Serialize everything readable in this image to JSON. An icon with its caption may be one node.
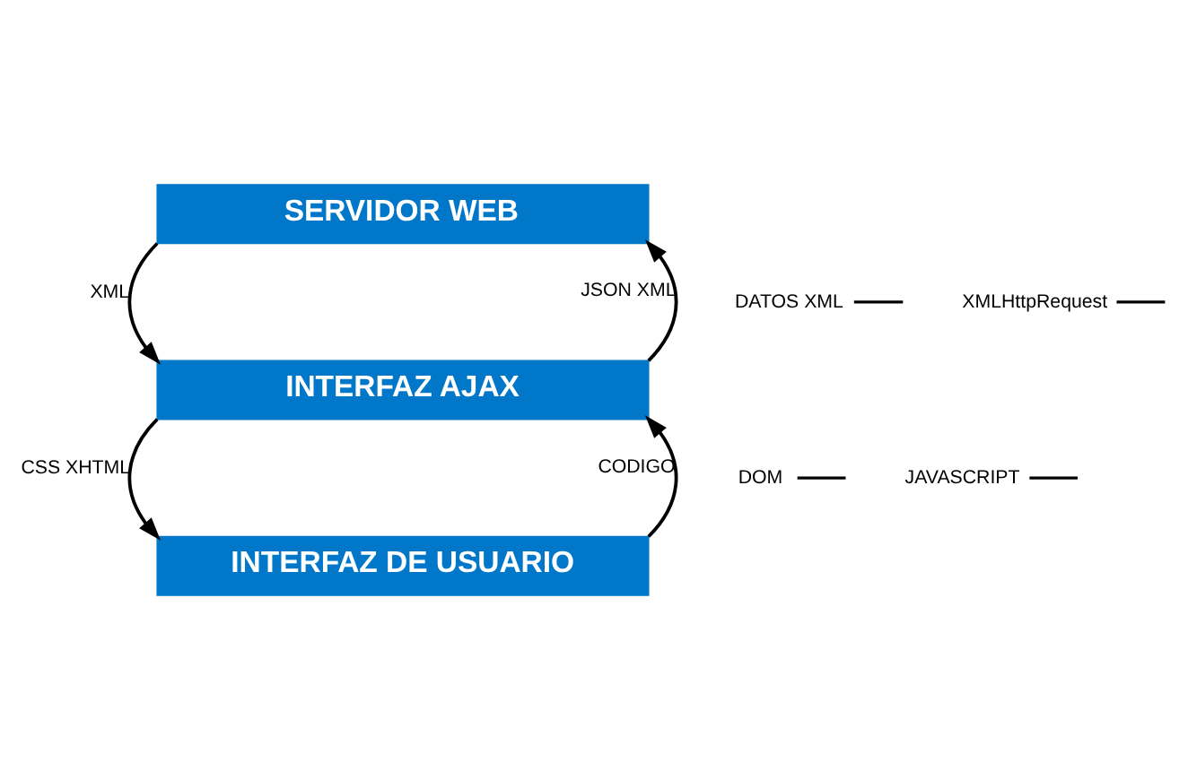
{
  "diagram": {
    "nodes": [
      {
        "text": [
          "SERVIDOR WEB"
        ]
      },
      {
        "text": [
          "INTERFAZ AJAX"
        ]
      },
      {
        "text": [
          "INTERFAZ DE USUARIO"
        ]
      },
      {
        "text": [
          "DATOS XML"
        ]
      },
      {
        "text": [
          "XMLHttpRequest"
        ]
      },
      {
        "text": [
          "DOM"
        ]
      },
      {
        "text": [
          "JAVASCRIPT"
        ]
      }
    ],
    "edges": [
      {
        "from": 0,
        "to": 1,
        "arrow": "to",
        "label": "XML"
      },
      {
        "from": 1,
        "to": 0,
        "arrow": "to",
        "label": "JSON XML"
      },
      {
        "from": 1,
        "to": 2,
        "arrow": "to",
        "label": "CSS XHTML"
      },
      {
        "from": 2,
        "to": 1,
        "arrow": "to",
        "label": "CODIGO"
      },
      {
        "from": 3,
        "to": null,
        "arrow": "none"
      },
      {
        "from": 4,
        "to": null,
        "arrow": "none"
      },
      {
        "from": 5,
        "to": null,
        "arrow": "none"
      },
      {
        "from": 6,
        "to": null,
        "arrow": "none"
      }
    ]
  }
}
